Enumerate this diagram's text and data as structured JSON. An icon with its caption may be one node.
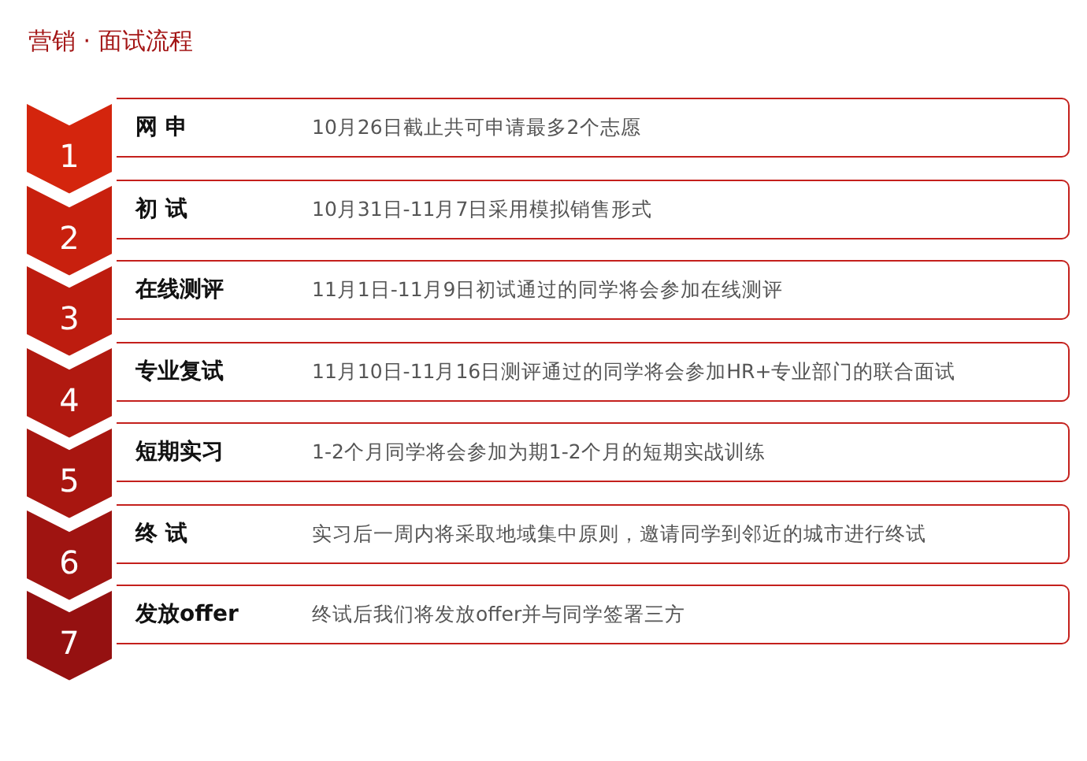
{
  "diagram": {
    "title": "营销 · 面试流程",
    "nodes": [
      {
        "text": [
          "1"
        ]
      },
      {
        "text": [
          "网 申",
          "10月26日截止共可申请最多2个志愿"
        ]
      },
      {
        "text": [
          "2"
        ]
      },
      {
        "text": [
          "初 试",
          "10月31日-11月7日采用模拟销售形式"
        ]
      },
      {
        "text": [
          "3"
        ]
      },
      {
        "text": [
          "在线测评",
          "11月1日-11月9日初试通过的同学将会参加在线测评"
        ]
      },
      {
        "text": [
          "4"
        ]
      },
      {
        "text": [
          "专业复试",
          "11月10日-11月16日测评通过的同学将会参加HR+专业部门的联合面试"
        ]
      },
      {
        "text": [
          "5"
        ]
      },
      {
        "text": [
          "短期实习",
          "1-2个月同学将会参加为期1-2个月的短期实战训练"
        ]
      },
      {
        "text": [
          "6"
        ]
      },
      {
        "text": [
          "终 试",
          "实习后一周内将采取地域集中原则，邀请同学到邻近的城市进行终试"
        ]
      },
      {
        "text": [
          "7"
        ]
      },
      {
        "text": [
          "发放offer",
          "终试后我们将发放offer并与同学签署三方"
        ]
      }
    ]
  }
}
